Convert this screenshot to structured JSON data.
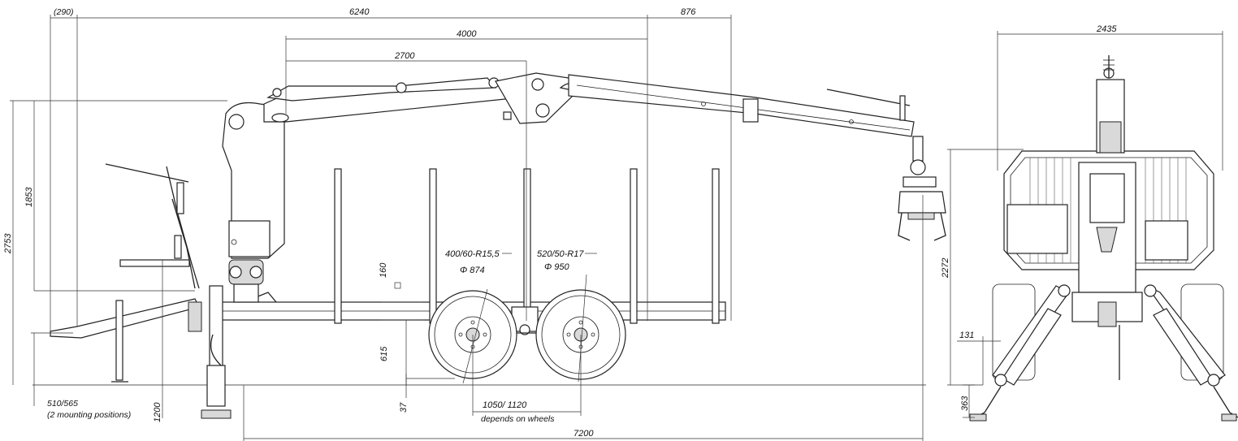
{
  "side_view": {
    "dimensions": {
      "rear_overhang": "(290)",
      "frame_length": "6240",
      "front_extension": "876",
      "boom_reach_outer": "4000",
      "boom_reach_inner": "2700",
      "overall_height": "2753",
      "column_height": "1853",
      "stake_spacing": "160",
      "frame_height": "615",
      "ground_clearance": "37",
      "drawbar_height": "1200",
      "drawbar_offset": "510/565",
      "mounting_note": "(2 mounting positions)",
      "wheelbase": "1050/ 1120",
      "wheelbase_note": "depends on wheels",
      "overall_length": "7200"
    },
    "tyres": [
      {
        "size": "400/60-R15,5",
        "diameter": "Φ  874"
      },
      {
        "size": "520/50-R17",
        "diameter": "Φ  950"
      }
    ]
  },
  "rear_view": {
    "dimensions": {
      "overall_width": "2435",
      "height": "2272",
      "stabilizer_offset": "131",
      "leg_height": "363"
    }
  }
}
